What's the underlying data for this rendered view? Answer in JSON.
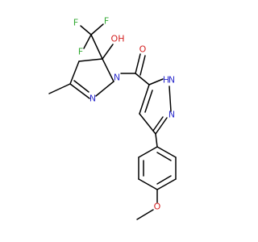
{
  "molecule": {
    "atom_labels": {
      "F1": "F",
      "F2": "F",
      "F3": "F",
      "OH": "OH",
      "O_carbonyl": "O",
      "N_ring1": "N",
      "N_ring1b": "N",
      "NH": "H",
      "N_pz2": "N",
      "N_pz2_h": "N",
      "O_methoxy": "O"
    },
    "colors": {
      "carbon": "#000000",
      "nitrogen": "#2b2bcc",
      "oxygen": "#d31f1f",
      "fluorine": "#33aa33"
    }
  }
}
